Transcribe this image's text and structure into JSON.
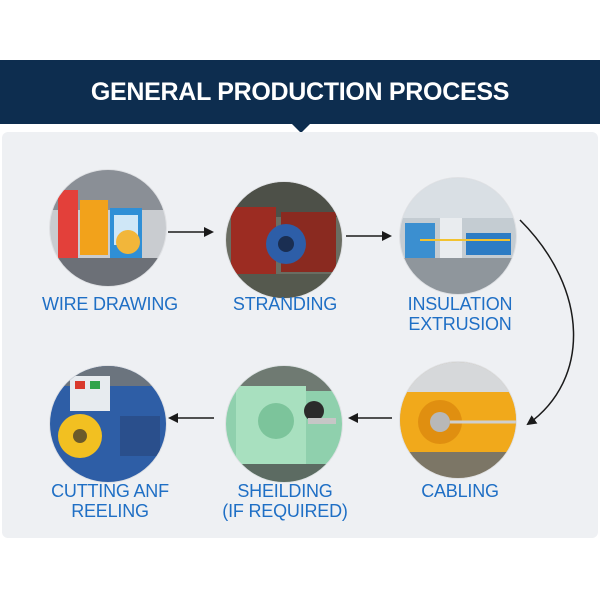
{
  "header": {
    "title": "GENERAL PRODUCTION PROCESS"
  },
  "steps": [
    {
      "label_line1": "WIRE DRAWING",
      "label_line2": "",
      "icon": "wire-drawing-machine"
    },
    {
      "label_line1": "STRANDING",
      "label_line2": "",
      "icon": "stranding-machine"
    },
    {
      "label_line1": "INSULATION",
      "label_line2": "EXTRUSION",
      "icon": "extrusion-line"
    },
    {
      "label_line1": "CABLING",
      "label_line2": "",
      "icon": "cabling-machine"
    },
    {
      "label_line1": "SHEILDING",
      "label_line2": "(IF REQUIRED)",
      "icon": "shielding-machine"
    },
    {
      "label_line1": "CUTTING ANF",
      "label_line2": "REELING",
      "icon": "cutting-reeling-machine"
    }
  ],
  "colors": {
    "header_bg": "#0d2d4f",
    "label": "#1f6fc5",
    "panel_bg": "#eef0f3",
    "arrow": "#1a1a1a"
  }
}
